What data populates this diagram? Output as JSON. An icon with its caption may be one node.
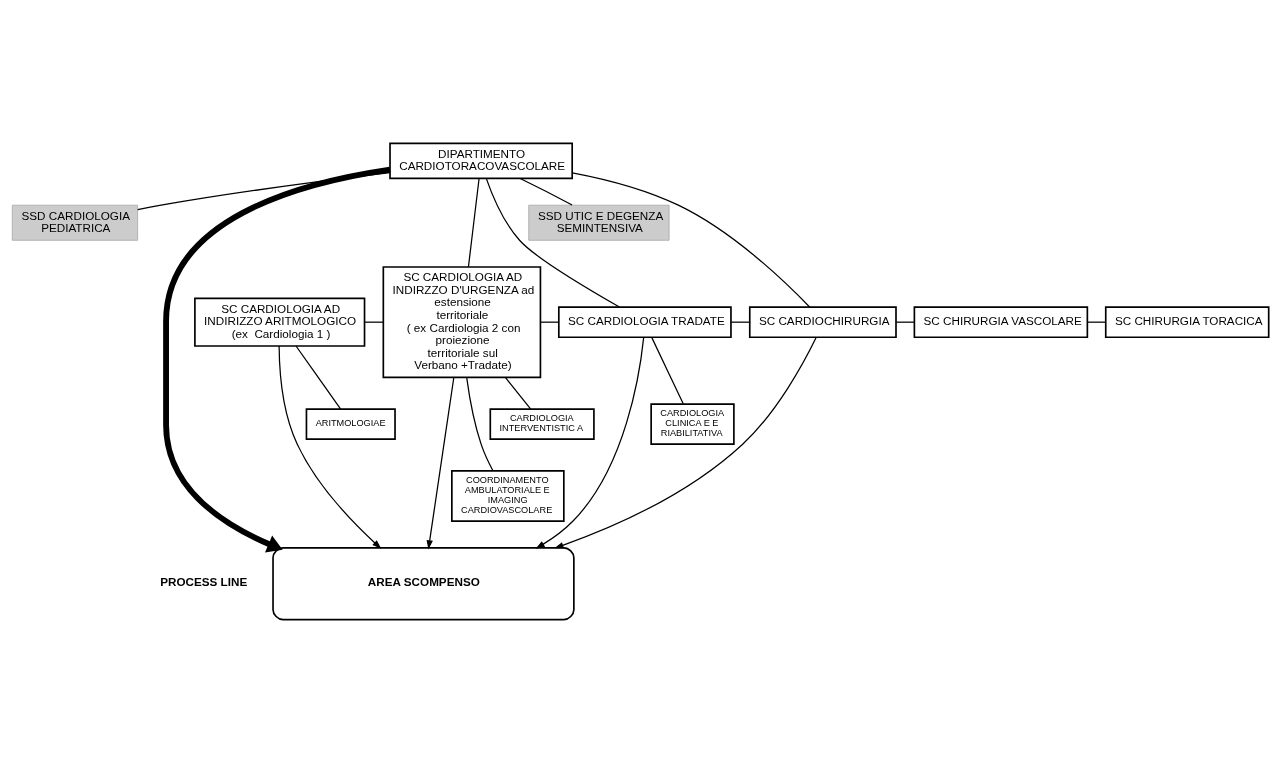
{
  "diagram": {
    "nodes": [
      {
        "text": [
          "DIPARTIMENTO CARDIOTORACOVASCOLARE"
        ]
      },
      {
        "text": [
          "SSD CARDIOLOGIA PEDIATRICA"
        ]
      },
      {
        "text": [
          "SSD UTIC E DEGENZA SEMINTENSIVA"
        ]
      },
      {
        "text": [
          "SC CARDIOLOGIA AD INDIRIZZO ARITMOLOGICO",
          "(ex  Cardiologia 1 )"
        ]
      },
      {
        "text": [
          "SC CARDIOLOGIA AD INDIRZZO D'URGENZA ad estensione territoriale",
          "( ex Cardiologia 2 con proiezione territoriale sul Verbano +Tradate)"
        ]
      },
      {
        "text": [
          "SC CARDIOLOGIA TRADATE"
        ]
      },
      {
        "text": [
          "SC CARDIOCHIRURGIA"
        ]
      },
      {
        "text": [
          "SC CHIRURGIA VASCOLARE"
        ]
      },
      {
        "text": [
          "SC CHIRURGIA TORACICA"
        ]
      },
      {
        "text": [
          "ARITMOLOGIAE"
        ]
      },
      {
        "text": [
          "CARDIOLOGIA INTERVENTISTIC A"
        ]
      },
      {
        "text": [
          "COORDINAMENTO AMBULATORIALE E IMAGING CARDIOVASCOLARE"
        ]
      },
      {
        "text": [
          "CARDIOLOGIA CLINICA E E RIABILITATIVA"
        ]
      },
      {
        "text": [
          "AREA SCOMPENSO"
        ]
      }
    ],
    "edges": [
      {
        "from": 0,
        "to": 1,
        "arrow": "none"
      },
      {
        "from": 0,
        "to": 2,
        "arrow": "none"
      },
      {
        "from": 0,
        "to": 4,
        "arrow": "none"
      },
      {
        "from": 0,
        "to": 5,
        "arrow": "none"
      },
      {
        "from": 0,
        "to": 6,
        "arrow": "none"
      },
      {
        "from": 3,
        "to": 4,
        "arrow": "none"
      },
      {
        "from": 4,
        "to": 5,
        "arrow": "none"
      },
      {
        "from": 5,
        "to": 6,
        "arrow": "none"
      },
      {
        "from": 6,
        "to": 7,
        "arrow": "none"
      },
      {
        "from": 7,
        "to": 8,
        "arrow": "none"
      },
      {
        "from": 3,
        "to": 9,
        "arrow": "none"
      },
      {
        "from": 4,
        "to": 10,
        "arrow": "none"
      },
      {
        "from": 4,
        "to": 11,
        "arrow": "none"
      },
      {
        "from": 5,
        "to": 12,
        "arrow": "none"
      },
      {
        "from": 0,
        "to": 13,
        "arrow": "to",
        "style": "thick"
      },
      {
        "from": 3,
        "to": 13,
        "arrow": "to"
      },
      {
        "from": 4,
        "to": 13,
        "arrow": "to"
      },
      {
        "from": 5,
        "to": 13,
        "arrow": "to"
      },
      {
        "from": 6,
        "to": 13,
        "arrow": "to"
      }
    ],
    "labels": [
      "PROCESS LINE"
    ]
  }
}
